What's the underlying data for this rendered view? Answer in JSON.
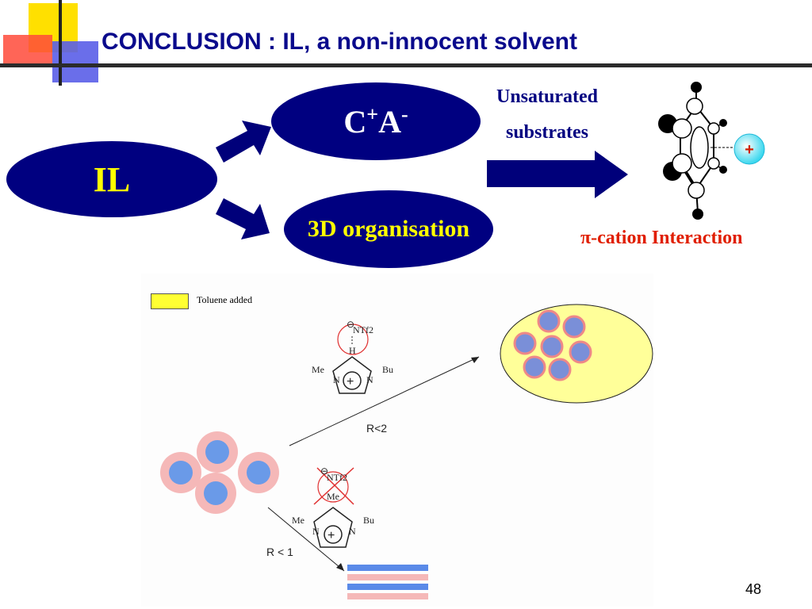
{
  "slide": {
    "title": "CONCLUSION : IL, a non-innocent solvent",
    "page_number": "48"
  },
  "diagram": {
    "il_label": "IL",
    "ca_cation": "C",
    "ca_cation_sup": "+",
    "ca_anion": "A",
    "ca_anion_sup": "-",
    "organisation_label": "3D organisation",
    "substrates_line1": "Unsaturated",
    "substrates_line2": "substrates",
    "interaction_pi": "π",
    "interaction_label": "-cation Interaction",
    "cation_symbol": "+"
  },
  "figure": {
    "legend_text": "Toluene added",
    "anion_label": "NTf2",
    "h_label": "H",
    "me_label": "Me",
    "bu_label": "Bu",
    "n_label": "N",
    "r_upper": "R<2",
    "r_lower": "R < 1"
  },
  "colors": {
    "title": "#0a0a8c",
    "ellipse": "#000080",
    "il_text": "#ffff00",
    "arrow": "#00007a",
    "interaction": "#e01e00",
    "toluene": "#ffff99"
  }
}
